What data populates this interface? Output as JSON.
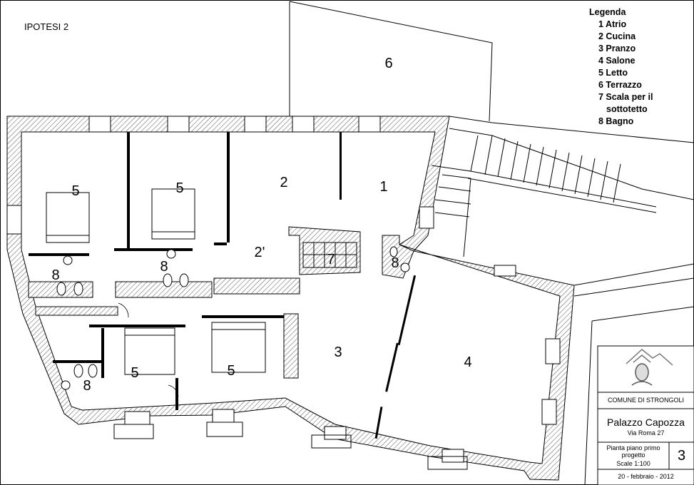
{
  "header": {
    "title": "IPOTESI 2"
  },
  "legend": {
    "title": "Legenda",
    "items": [
      "1 Atrio",
      "2 Cucina",
      "3 Pranzo",
      "4 Salone",
      "5 Letto",
      "6 Terrazzo",
      "7 Scala per il",
      "sottotetto",
      "8 Bagno"
    ]
  },
  "rooms": {
    "terrazzo": "6",
    "atrio": "1",
    "cucina": "2",
    "cucina_alt": "2'",
    "scala": "7",
    "pranzo": "3",
    "salone": "4",
    "letto_a": "5",
    "letto_b": "5",
    "letto_c": "5",
    "letto_d": "5",
    "bagno_a": "8",
    "bagno_b": "8",
    "bagno_c": "8",
    "bagno_d": "8"
  },
  "title_block": {
    "comune": "COMUNE DI STRONGOLI",
    "building": "Palazzo Capozza",
    "address": "Via Roma 27",
    "drawing_line1": "Pianta piano primo",
    "drawing_line2": "progetto",
    "scale": "Scale 1:100",
    "sheet_number": "3",
    "date": "20 - febbraio - 2012"
  }
}
